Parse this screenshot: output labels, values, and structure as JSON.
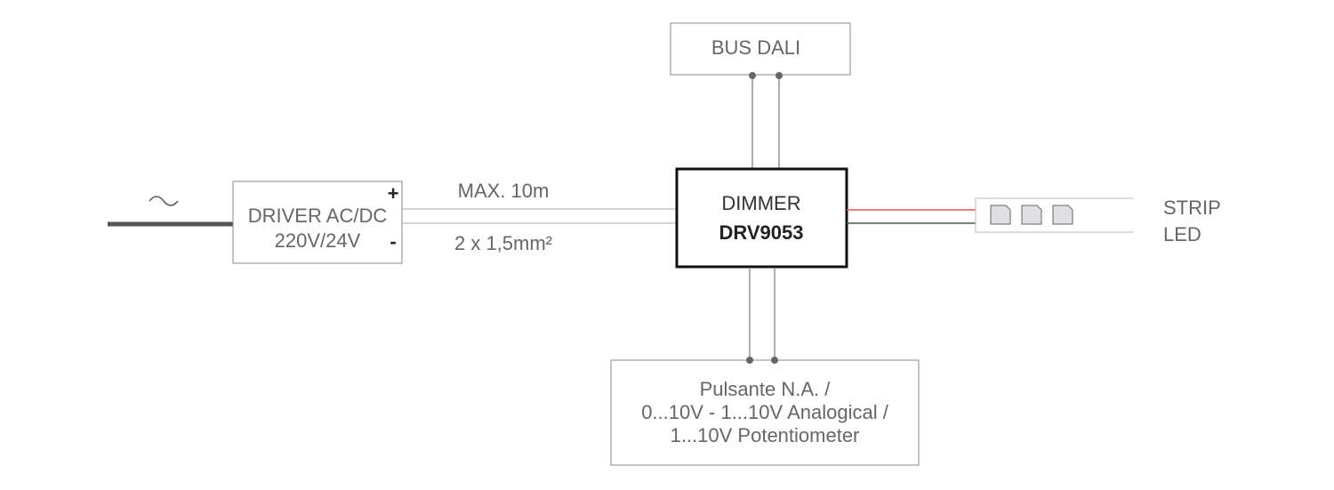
{
  "source": {
    "symbol": "~"
  },
  "driver": {
    "line1": "DRIVER AC/DC",
    "line2": "220V/24V",
    "plus": "+",
    "minus": "-"
  },
  "cable": {
    "length": "MAX. 10m",
    "section": "2 x 1,5mm²"
  },
  "dimmer": {
    "label": "DIMMER",
    "model": "DRV9053"
  },
  "bus": {
    "label": "BUS DALI"
  },
  "control": {
    "line1": "Pulsante N.A. /",
    "line2": "0...10V - 1...10V Analogical /",
    "line3": "1...10V Potentiometer"
  },
  "strip": {
    "line1": "STRIP",
    "line2": "LED",
    "led_count": 3
  },
  "colors": {
    "positive_wire": "#e8535b",
    "negative_wire": "#555555",
    "wire": "#aaaaaa",
    "box_border": "#888888"
  }
}
